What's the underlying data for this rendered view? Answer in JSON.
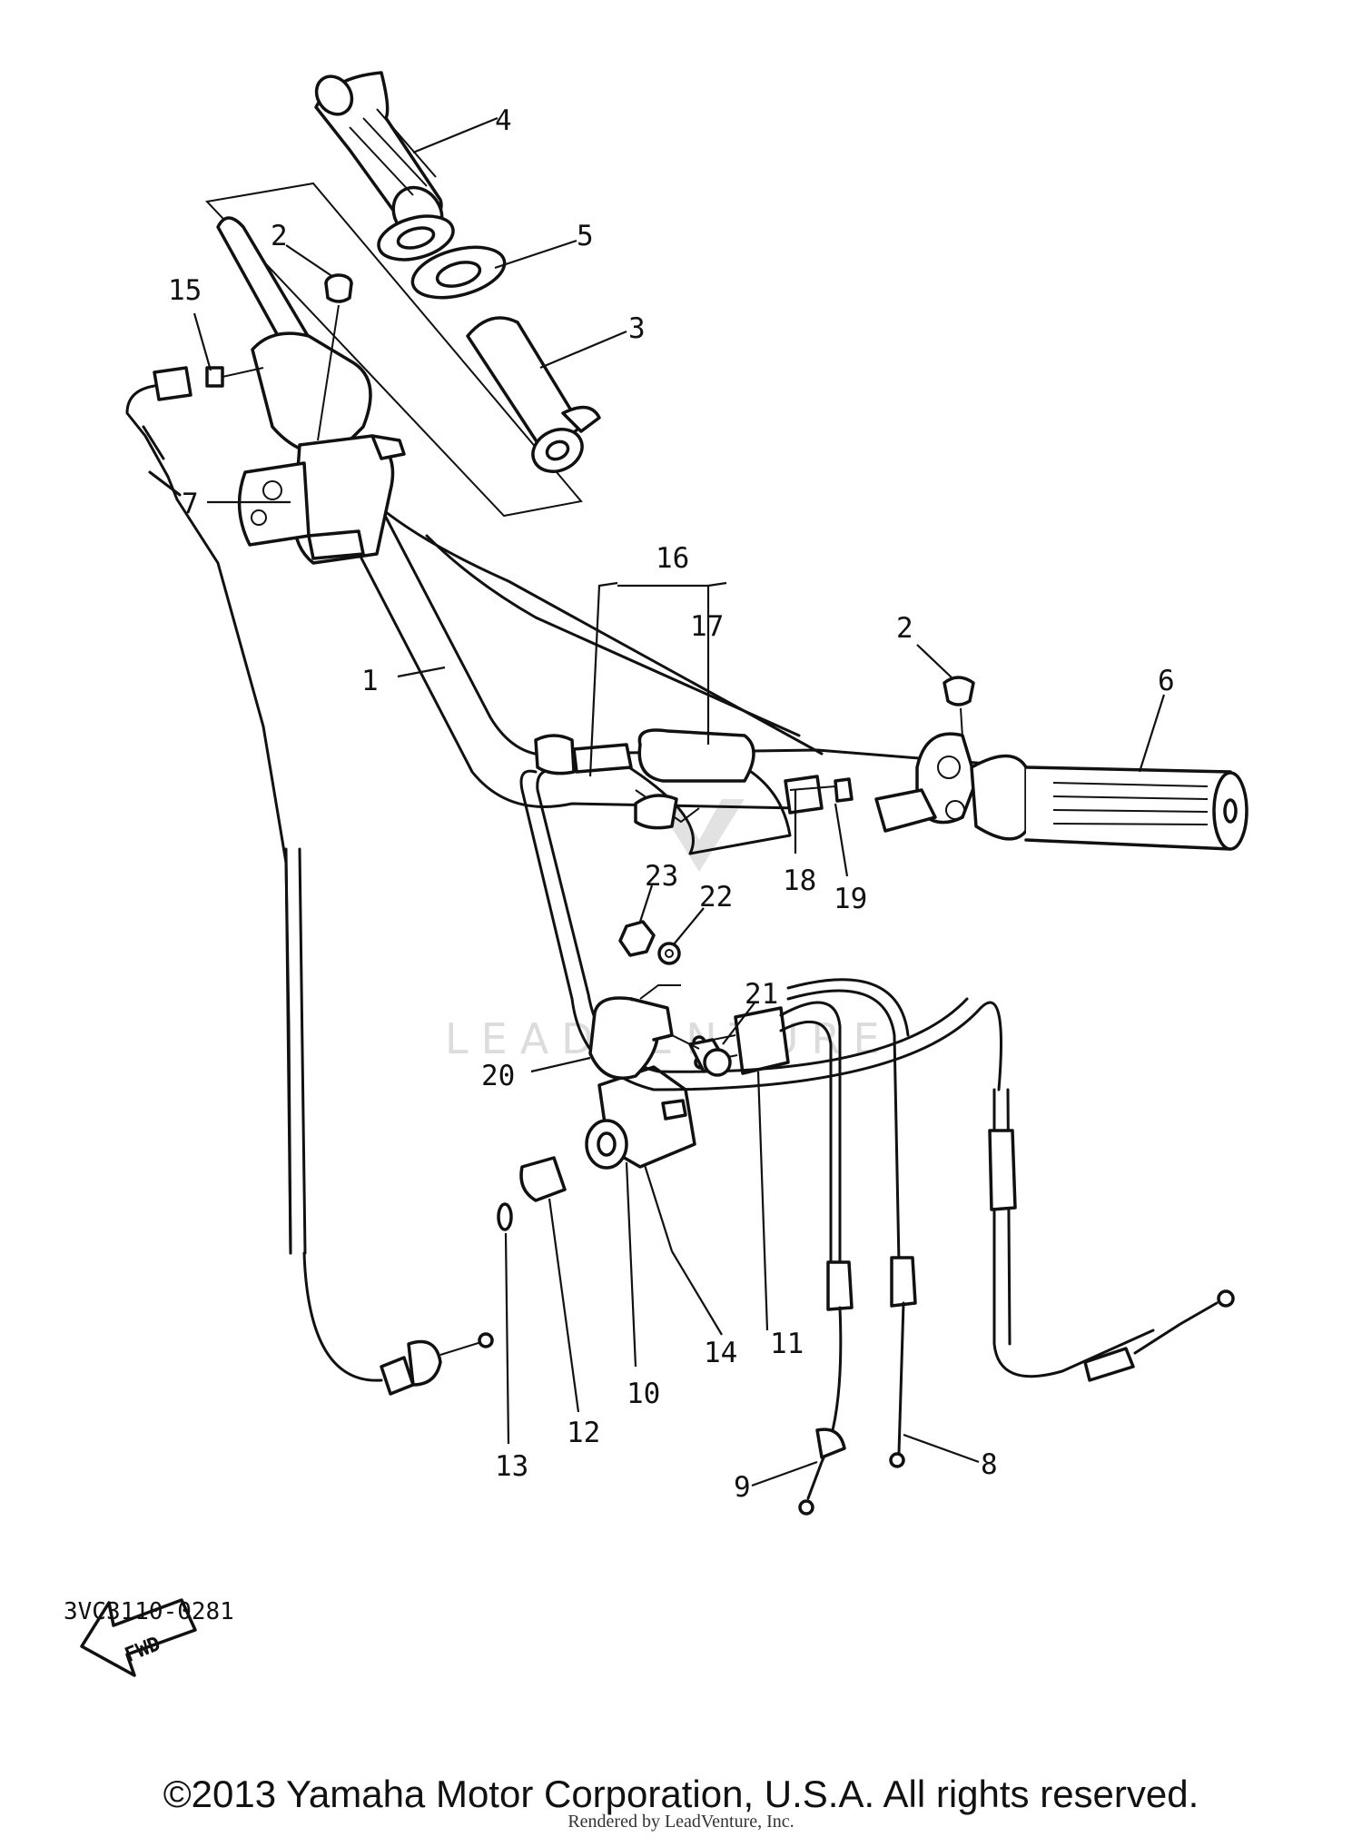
{
  "diagram": {
    "callouts": [
      {
        "id": "1",
        "label": "1"
      },
      {
        "id": "2a",
        "label": "2"
      },
      {
        "id": "2b",
        "label": "2"
      },
      {
        "id": "3",
        "label": "3"
      },
      {
        "id": "4",
        "label": "4"
      },
      {
        "id": "5",
        "label": "5"
      },
      {
        "id": "6",
        "label": "6"
      },
      {
        "id": "7",
        "label": "7"
      },
      {
        "id": "8",
        "label": "8"
      },
      {
        "id": "9",
        "label": "9"
      },
      {
        "id": "10",
        "label": "10"
      },
      {
        "id": "11",
        "label": "11"
      },
      {
        "id": "12",
        "label": "12"
      },
      {
        "id": "13",
        "label": "13"
      },
      {
        "id": "14",
        "label": "14"
      },
      {
        "id": "15",
        "label": "15"
      },
      {
        "id": "16",
        "label": "16"
      },
      {
        "id": "17",
        "label": "17"
      },
      {
        "id": "18",
        "label": "18"
      },
      {
        "id": "19",
        "label": "19"
      },
      {
        "id": "20",
        "label": "20"
      },
      {
        "id": "21",
        "label": "21"
      },
      {
        "id": "22",
        "label": "22"
      },
      {
        "id": "23",
        "label": "23"
      }
    ],
    "fwd_label": "FWD",
    "watermark": "LEADVENTURE",
    "part_code": "3VC3110-0281"
  },
  "footer": {
    "copyright": "©2013 Yamaha Motor Corporation, U.S.A. All rights reserved.",
    "rendered_by": "Rendered by LeadVenture, Inc."
  }
}
